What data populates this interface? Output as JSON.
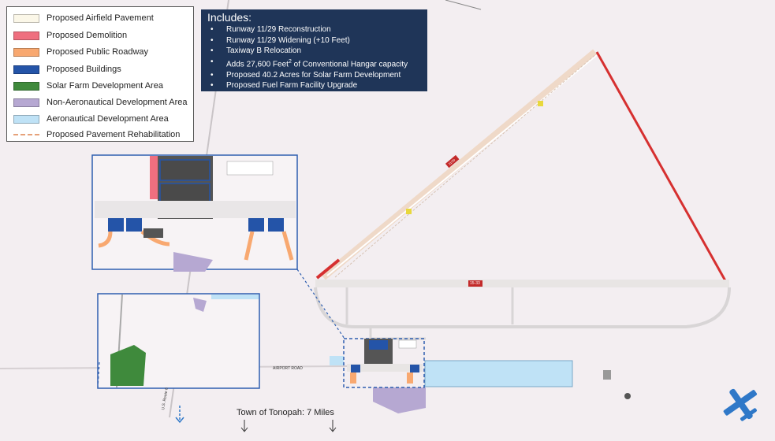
{
  "legend": {
    "items": [
      {
        "label": "Proposed Airfield Pavement",
        "color": "#fbf7e8"
      },
      {
        "label": "Proposed Demolition",
        "color": "#ef6f7f"
      },
      {
        "label": "Proposed Public Roadway",
        "color": "#f8a870"
      },
      {
        "label": "Proposed Buildings",
        "color": "#2454a8"
      },
      {
        "label": "Solar Farm Development Area",
        "color": "#3f8a3c"
      },
      {
        "label": "Non-Aeronautical Development Area",
        "color": "#b6a8d2"
      },
      {
        "label": "Aeronautical Development Area",
        "color": "#bfe2f6"
      },
      {
        "label": "Proposed Pavement Rehabilitation",
        "color": "#e6a27a"
      }
    ]
  },
  "includes": {
    "title": "Includes:",
    "items": [
      "Runway 11/29 Reconstruction",
      "Runway 11/29 Widening (+10 Feet)",
      "Taxiway B Relocation",
      "Adds 27,600 Feet",
      "of Conventional Hangar capacity",
      "Proposed 40.2 Acres for Solar Farm Development",
      "Proposed Fuel Farm Facility Upgrade"
    ],
    "superscript": "2"
  },
  "labels": {
    "town": "Town of Tonopah: 7 Miles",
    "airport_road": "AIRPORT ROAD",
    "runway_1129": "11/29",
    "runway_1533": "15-33",
    "route": "U.S. Route 6"
  },
  "colors": {
    "background": "#f3eef1",
    "runway_red": "#d63030",
    "pavement": "#ede3d4",
    "inset_border": "#2f5fb0",
    "north_arrow": "#2f78c8"
  }
}
